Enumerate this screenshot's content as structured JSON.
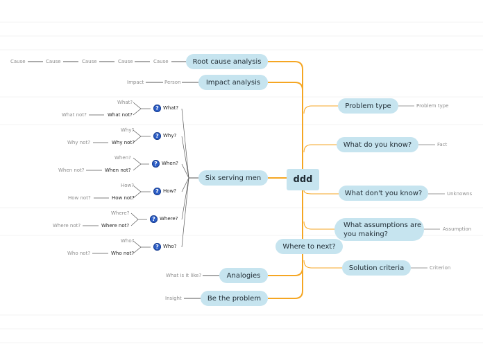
{
  "central": {
    "label": "ddd"
  },
  "left_branches": {
    "root_cause": {
      "label": "Root cause analysis",
      "children": [
        "Cause",
        "Cause",
        "Cause",
        "Cause",
        "Cause"
      ]
    },
    "impact": {
      "label": "Impact analysis",
      "children": [
        "Person",
        "Impact"
      ]
    },
    "six_serving_men": {
      "label": "Six serving men",
      "questions": [
        {
          "label": "What?",
          "pos": "What?",
          "neg": "What not?",
          "neg_child": "What not?"
        },
        {
          "label": "Why?",
          "pos": "Why?",
          "neg": "Why not?",
          "neg_child": "Why not?"
        },
        {
          "label": "When?",
          "pos": "When?",
          "neg": "When not?",
          "neg_child": "When not?"
        },
        {
          "label": "How?",
          "pos": "How?",
          "neg": "How not?",
          "neg_child": "How not?"
        },
        {
          "label": "Where?",
          "pos": "Where?",
          "neg": "Where not?",
          "neg_child": "Where not?"
        },
        {
          "label": "Who?",
          "pos": "Who?",
          "neg": "Who not?",
          "neg_child": "Who not?"
        }
      ]
    },
    "analogies": {
      "label": "Analogies",
      "child": "What is it like?"
    },
    "be_the_problem": {
      "label": "Be the problem",
      "child": "Insight"
    }
  },
  "right_branches": {
    "problem_type": {
      "label": "Problem type",
      "child": "Problem type"
    },
    "what_do_you_know": {
      "label": "What do you know?",
      "child": "Fact"
    },
    "what_dont_you_know": {
      "label": "What don't you know?",
      "child": "Unknowns"
    },
    "assumptions": {
      "label": "What assumptions are you making?",
      "child": "Assumption"
    },
    "where_to_next": {
      "label": "Where to next?"
    },
    "solution_criteria": {
      "label": "Solution criteria",
      "child": "Criterion"
    }
  },
  "icons": {
    "question": "question-mark-icon",
    "question_glyph": "?"
  },
  "colors": {
    "branch_line": "#f5a623",
    "node_fill": "#c6e4ef",
    "question_icon": "#2c5ec7",
    "leaf_text": "#8c8c8c"
  }
}
